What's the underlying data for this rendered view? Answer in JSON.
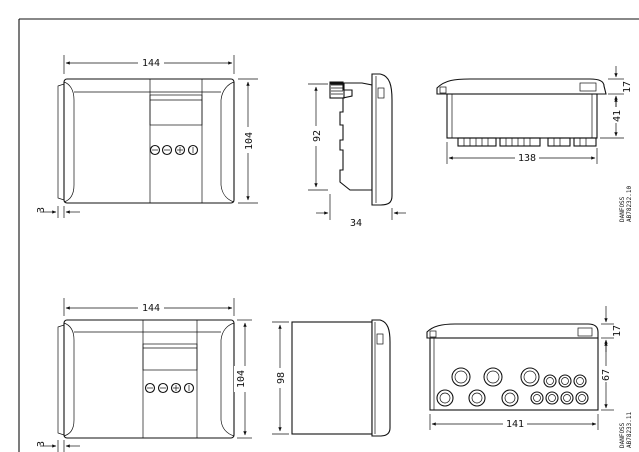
{
  "drawing": {
    "top_view": {
      "front": {
        "width": "144",
        "height": "104",
        "depth": "3"
      },
      "side": {
        "height": "92",
        "depth": "34"
      },
      "bottom": {
        "height_top": "17",
        "height_bottom": "41",
        "width": "138"
      },
      "reference": {
        "brand": "DANFOSS",
        "code": "AB78232.10"
      }
    },
    "bottom_view": {
      "front": {
        "width": "144",
        "height": "104",
        "depth": "3"
      },
      "side": {
        "height": "98"
      },
      "bottom": {
        "height_top": "17",
        "height_bottom": "67",
        "width": "141"
      },
      "reference": {
        "brand": "DANFOSS",
        "code": "AB78233.11"
      }
    }
  }
}
